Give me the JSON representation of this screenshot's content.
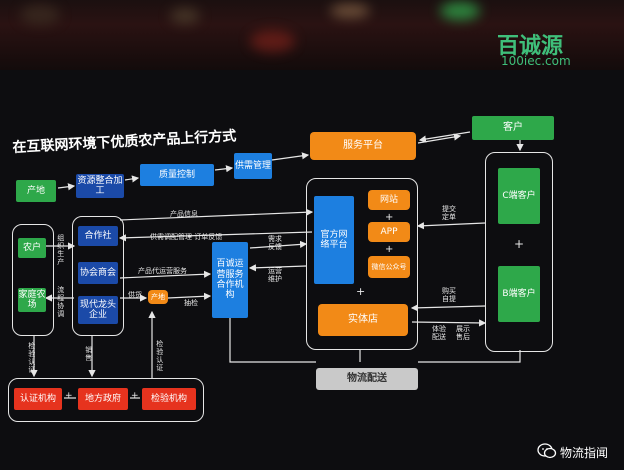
{
  "logo": {
    "cn": "百诚源",
    "en": "100iec.com"
  },
  "title": "在互联网环境下优质农产品上行方式",
  "nodes": {
    "customer": "客户",
    "service_platform": "服务平台",
    "supply_demand": "供需管理",
    "quality_control": "质量控制",
    "resource_integration": "资源整合加工",
    "origin": "产地",
    "farmer": "农户",
    "family_farm": "家庭农场",
    "coop": "合作社",
    "association": "协会商会",
    "leading_enterprise": "现代龙头企业",
    "baicheng_ops": "百诚运营服务合作机构",
    "official_platform": "官方网络平台",
    "website": "网站",
    "app": "APP",
    "wechat": "微信公众号",
    "physical_store": "实体店",
    "c_customer": "C端客户",
    "b_customer": "B端客户",
    "logistics": "物流配送",
    "cert_body": "认证机构",
    "local_gov": "地方政府",
    "inspection_body": "检验机构",
    "small_origin": "产地"
  },
  "labels": {
    "product_info": "产品信息",
    "supply_order_feedback": "供需调配管理  订单反馈",
    "agency_sales": "产品代运营服务",
    "supply_source": "供货",
    "sampling": "抽检",
    "demand_feedback": "需求反馈",
    "ops_maintenance": "运营维护",
    "submit_order": "提交定单",
    "purchase_pickup": "购买自提",
    "experience_delivery": "体验配送",
    "display_aftersale": "展示售后",
    "org_production": "组织生产",
    "process_coordination": "流程协调",
    "inspection_cert": "检验认证",
    "sales": "销售",
    "check_cert": "检验认证"
  },
  "plus_sign": "+",
  "watermark": "物流指闻",
  "icons": {
    "watermark": "wechat-icon"
  },
  "colors": {
    "green": "#2ea84a",
    "blue": "#1d7fe0",
    "navy": "#1b4aa8",
    "orange": "#f28a17",
    "red": "#e6331e",
    "grey": "#c9c9c9"
  }
}
